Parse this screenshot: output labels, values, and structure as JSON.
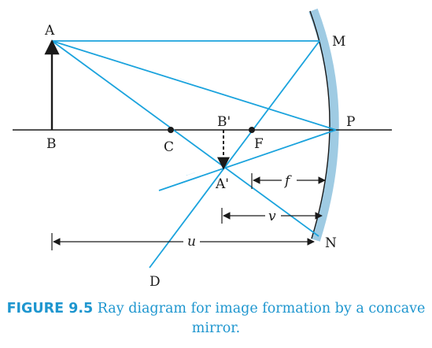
{
  "labels": {
    "A": "A",
    "B": "B",
    "C": "C",
    "F": "F",
    "P": "P",
    "M": "M",
    "N": "N",
    "D": "D",
    "A_img": "A'",
    "B_img": "B'",
    "f": "f",
    "v": "v",
    "u": "u"
  },
  "caption": {
    "figure": "FIGURE 9.5",
    "text": "Ray diagram for image formation by a concave mirror."
  },
  "colors": {
    "ray": "#1ba3dd",
    "mirror": "#9fcbe3",
    "line": "#1a1a1a",
    "caption": "#1e96cf"
  }
}
